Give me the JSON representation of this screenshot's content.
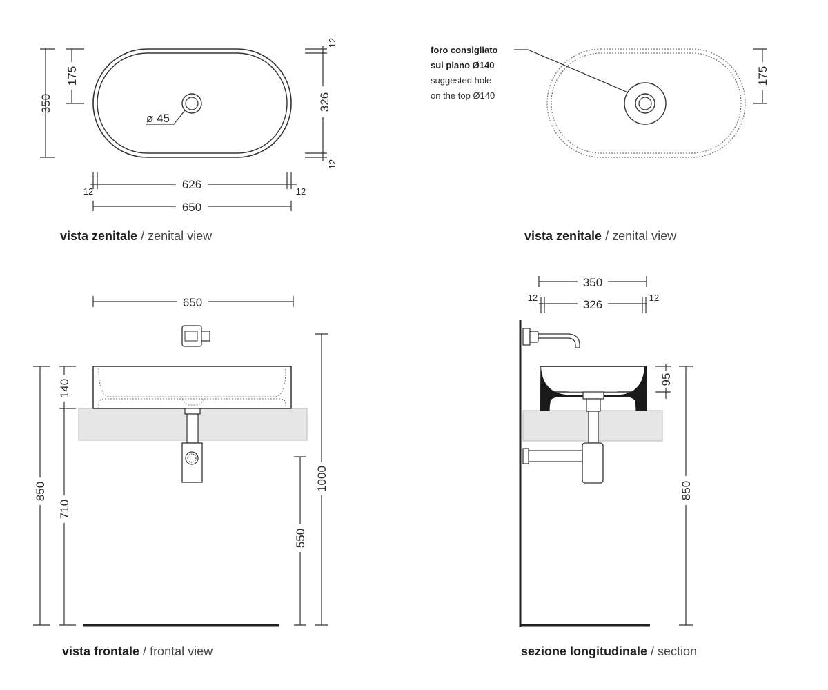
{
  "views": {
    "top_view_left": {
      "dims": {
        "height_total": "350",
        "height_half": "175",
        "height_inner": "326",
        "rim_top": "12",
        "rim_bottom": "12",
        "width_inner": "626",
        "rim_left": "12",
        "rim_right": "12",
        "width_total": "650",
        "hole": "ø 45"
      },
      "caption": {
        "bold": "vista zenitale",
        "sep": " / ",
        "normal": "zenital view"
      }
    },
    "top_view_right": {
      "note": {
        "line1": "foro consigliato",
        "line2": "sul piano Ø140",
        "line3": "suggested hole",
        "line4": "on the top Ø140"
      },
      "dims": {
        "height_half": "175"
      },
      "caption": {
        "bold": "vista zenitale",
        "sep": " / ",
        "normal": "zenital view"
      }
    },
    "front_view": {
      "dims": {
        "width": "650",
        "basin_height": "140",
        "total_height": "850",
        "counter_height": "710",
        "tap_height": "1000",
        "drain_height": "550"
      },
      "caption": {
        "bold": "vista frontale",
        "sep": " / ",
        "normal": "frontal view"
      }
    },
    "section_view": {
      "dims": {
        "width_total": "350",
        "width_inner": "326",
        "rim_left": "12",
        "rim_right": "12",
        "depth": "95",
        "total_height": "850"
      },
      "caption": {
        "bold": "sezione longitudinale",
        "sep": " / ",
        "normal": "section"
      }
    }
  },
  "colors": {
    "line": "#333333",
    "counter": "#e6e6e6",
    "basin_interior": "#1a1a1a"
  }
}
